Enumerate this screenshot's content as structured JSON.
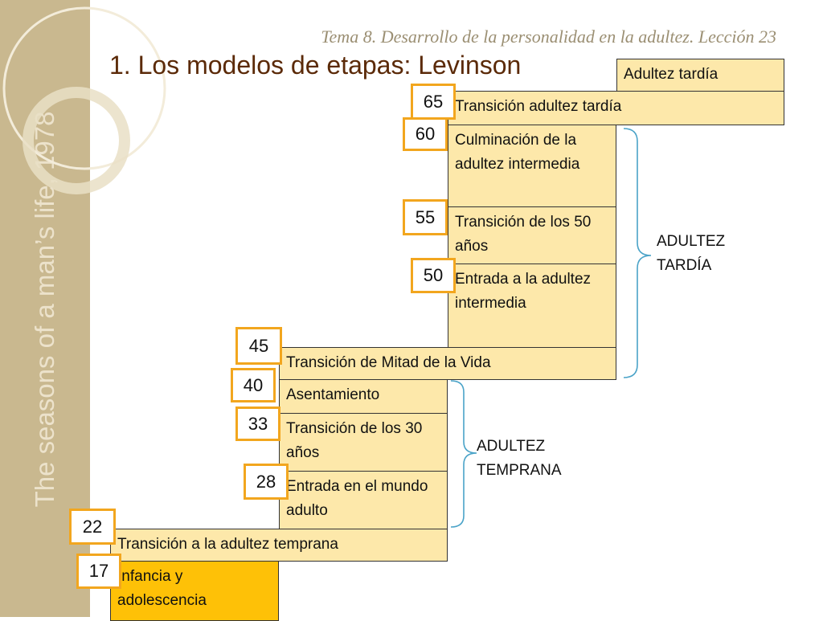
{
  "slide": {
    "lesson_header": "Tema 8. Desarrollo de la personalidad en la adultez.  Lección 23",
    "title": "1. Los modelos de etapas: Levinson",
    "side_text": "The seasons of a man’s life, 1978"
  },
  "stages": [
    {
      "id": "adultez-tardia",
      "label": "Adultez tardía"
    },
    {
      "id": "transicion-adultez-tardia",
      "label": "Transición adultez tardía"
    },
    {
      "id": "culminacion-adultez-intermedia",
      "label": "Culminación de la adultez intermedia"
    },
    {
      "id": "transicion-50",
      "label": "Transición de los 50 años"
    },
    {
      "id": "entrada-adultez-intermedia",
      "label": "Entrada a la adultez intermedia"
    },
    {
      "id": "transicion-mitad-vida",
      "label": "Transición de Mitad de la Vida"
    },
    {
      "id": "asentamiento",
      "label": "Asentamiento"
    },
    {
      "id": "transicion-30",
      "label": "Transición de los 30 años"
    },
    {
      "id": "entrada-mundo-adulto",
      "label": "Entrada en el mundo adulto"
    },
    {
      "id": "transicion-adultez-temprana",
      "label": "Transición a la adultez temprana"
    },
    {
      "id": "infancia-adolescencia",
      "label": "Infancia y adolescencia"
    }
  ],
  "ages": [
    "65",
    "60",
    "55",
    "50",
    "45",
    "40",
    "33",
    "28",
    "22",
    "17"
  ],
  "groups": [
    {
      "id": "adultez-tardia",
      "label_lines": [
        "ADULTEZ",
        "TARDÍA"
      ]
    },
    {
      "id": "adultez-temprana",
      "label_lines": [
        "ADULTEZ",
        "TEMPRANA"
      ]
    }
  ],
  "colors": {
    "stage_fill": "#fde8aa",
    "childhood_fill": "#fec107",
    "age_border": "#f2a61e",
    "brace": "#4aa3c8",
    "title": "#5b2a08",
    "side_panel": "#c9b88f"
  }
}
